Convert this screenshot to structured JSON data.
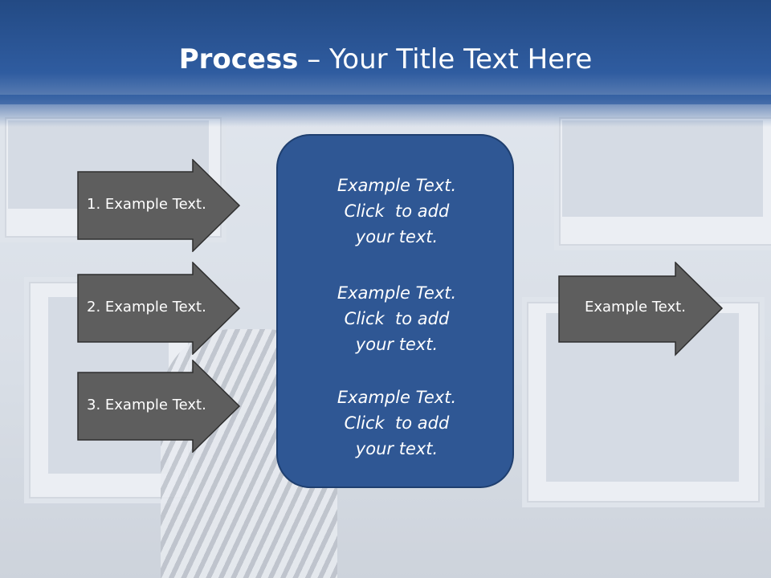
{
  "title": {
    "bold": "Process",
    "rest": " – Your Title Text Here"
  },
  "left_arrows": [
    {
      "label": "1. Example Text."
    },
    {
      "label": "2. Example Text."
    },
    {
      "label": "3. Example Text."
    }
  ],
  "center_box": {
    "blocks": [
      {
        "lines": [
          "Example Text.",
          "Click  to add",
          "your text."
        ]
      },
      {
        "lines": [
          "Example Text.",
          "Click  to add",
          "your text."
        ]
      },
      {
        "lines": [
          "Example Text.",
          "Click  to add",
          "your text."
        ]
      }
    ]
  },
  "right_arrow": {
    "label": "Example Text."
  },
  "colors": {
    "header": "#2f5ca0",
    "arrow_fill": "#5e5e5e",
    "box_fill": "#2f5794"
  }
}
